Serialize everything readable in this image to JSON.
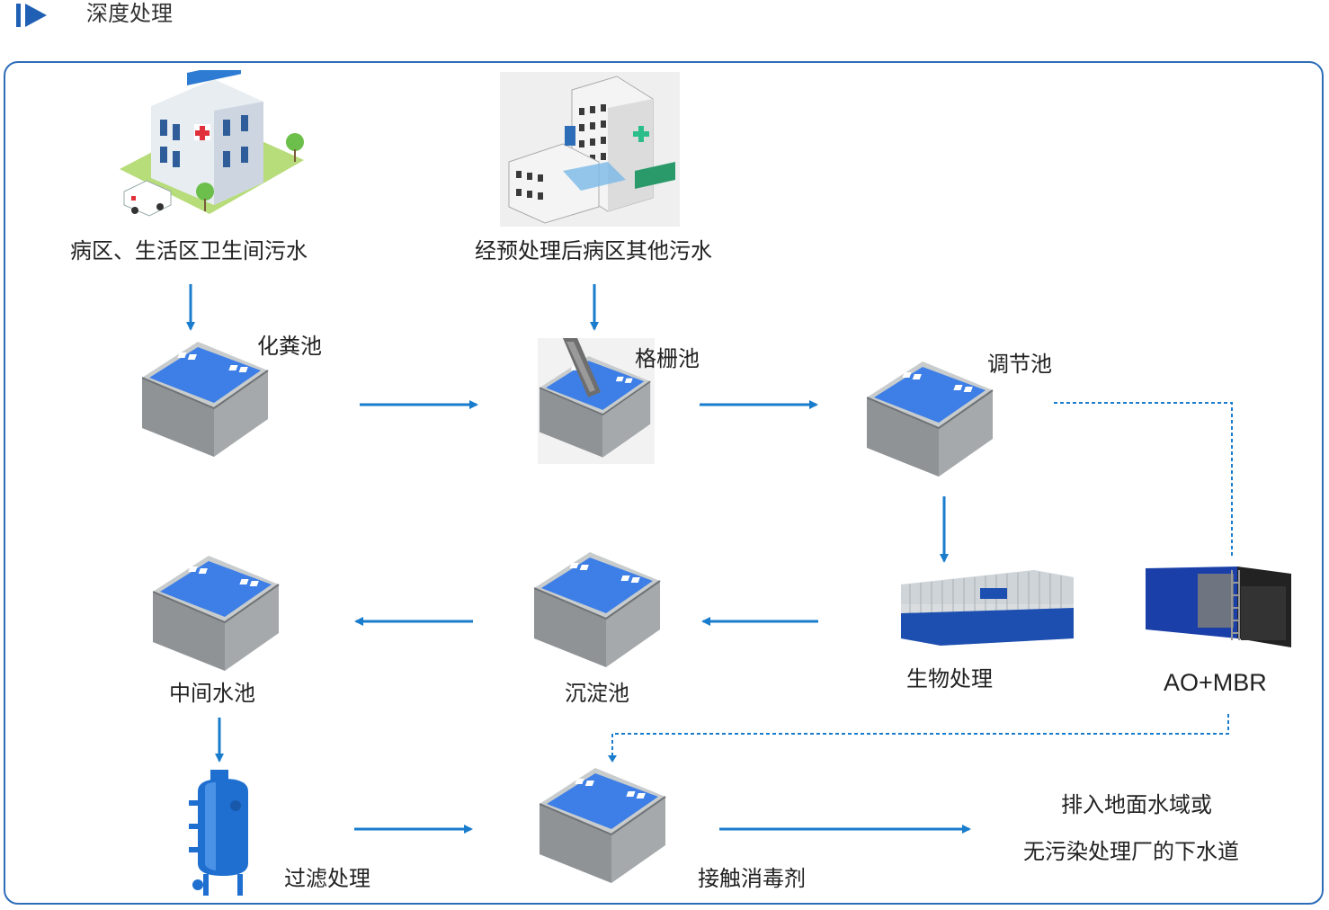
{
  "header": {
    "title": "深度处理"
  },
  "nodes": {
    "ward_sewage": "病区、生活区卫生间污水",
    "other_sewage": "经预处理后病区其他污水",
    "septic_tank": "化粪池",
    "grille_tank": "格栅池",
    "regulating_tank": "调节池",
    "bio_treatment": "生物处理",
    "ao_mbr": "AO+MBR",
    "sedimentation_tank": "沉淀池",
    "intermediate_tank": "中间水池",
    "filtration": "过滤处理",
    "disinfection": "接触消毒剂",
    "discharge_line1": "排入地面水域或",
    "discharge_line2": "无污染处理厂的下水道"
  },
  "colors": {
    "accent": "#1a7ccc",
    "frame": "#2d6db8",
    "tank_body": "#8f9396",
    "tank_water": "#3d7fe6",
    "filter_blue": "#1f6fd0"
  },
  "icons": {
    "hospital": "hospital-building-icon",
    "hospital2": "hospital-complex-icon",
    "tank": "water-tank-icon",
    "container": "treatment-container-icon",
    "filter": "sand-filter-icon"
  }
}
